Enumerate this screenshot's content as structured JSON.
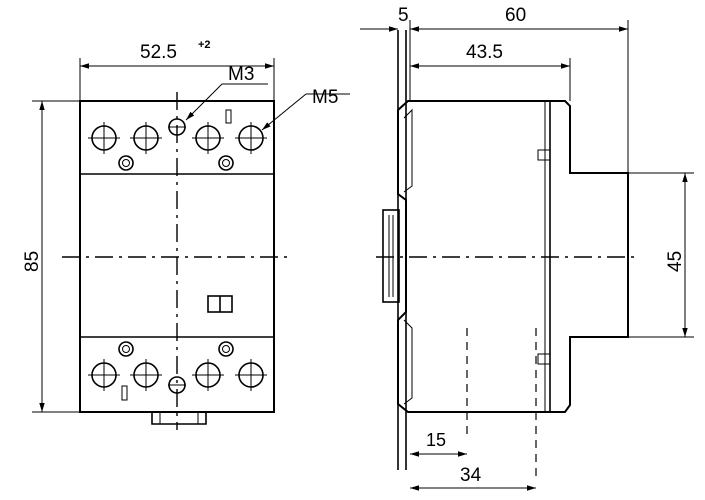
{
  "front_view": {
    "width_label": "52.5",
    "width_tolerance": "+2",
    "height_label": "85",
    "screw_small_label": "M3",
    "screw_large_label": "M5"
  },
  "side_view": {
    "overall_depth_label": "60",
    "rail_offset_label": "5",
    "front_depth_label": "43.5",
    "step_height_label": "45",
    "rail_to_slot_label": "15",
    "rail_to_edge_label": "34"
  }
}
